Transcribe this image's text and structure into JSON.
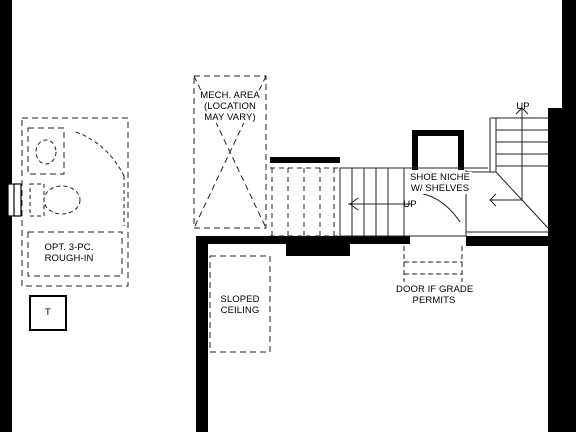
{
  "labels": {
    "mech_area": [
      "MECH. AREA",
      "(LOCATION",
      "MAY VARY)"
    ],
    "shoe_niche": [
      "SHOE NICHE",
      "W/ SHELVES"
    ],
    "stair_up_1": "UP",
    "stair_up_2": "UP",
    "opt_rough_in": [
      "OPT. 3-PC.",
      "ROUGH-IN"
    ],
    "sloped_ceiling": [
      "SLOPED",
      "CEILING"
    ],
    "door_if_grade": [
      "DOOR IF GRADE",
      "PERMITS"
    ],
    "tank": "T"
  },
  "colors": {
    "wall": "#000000",
    "line": "#222222",
    "background": "#ffffff"
  }
}
